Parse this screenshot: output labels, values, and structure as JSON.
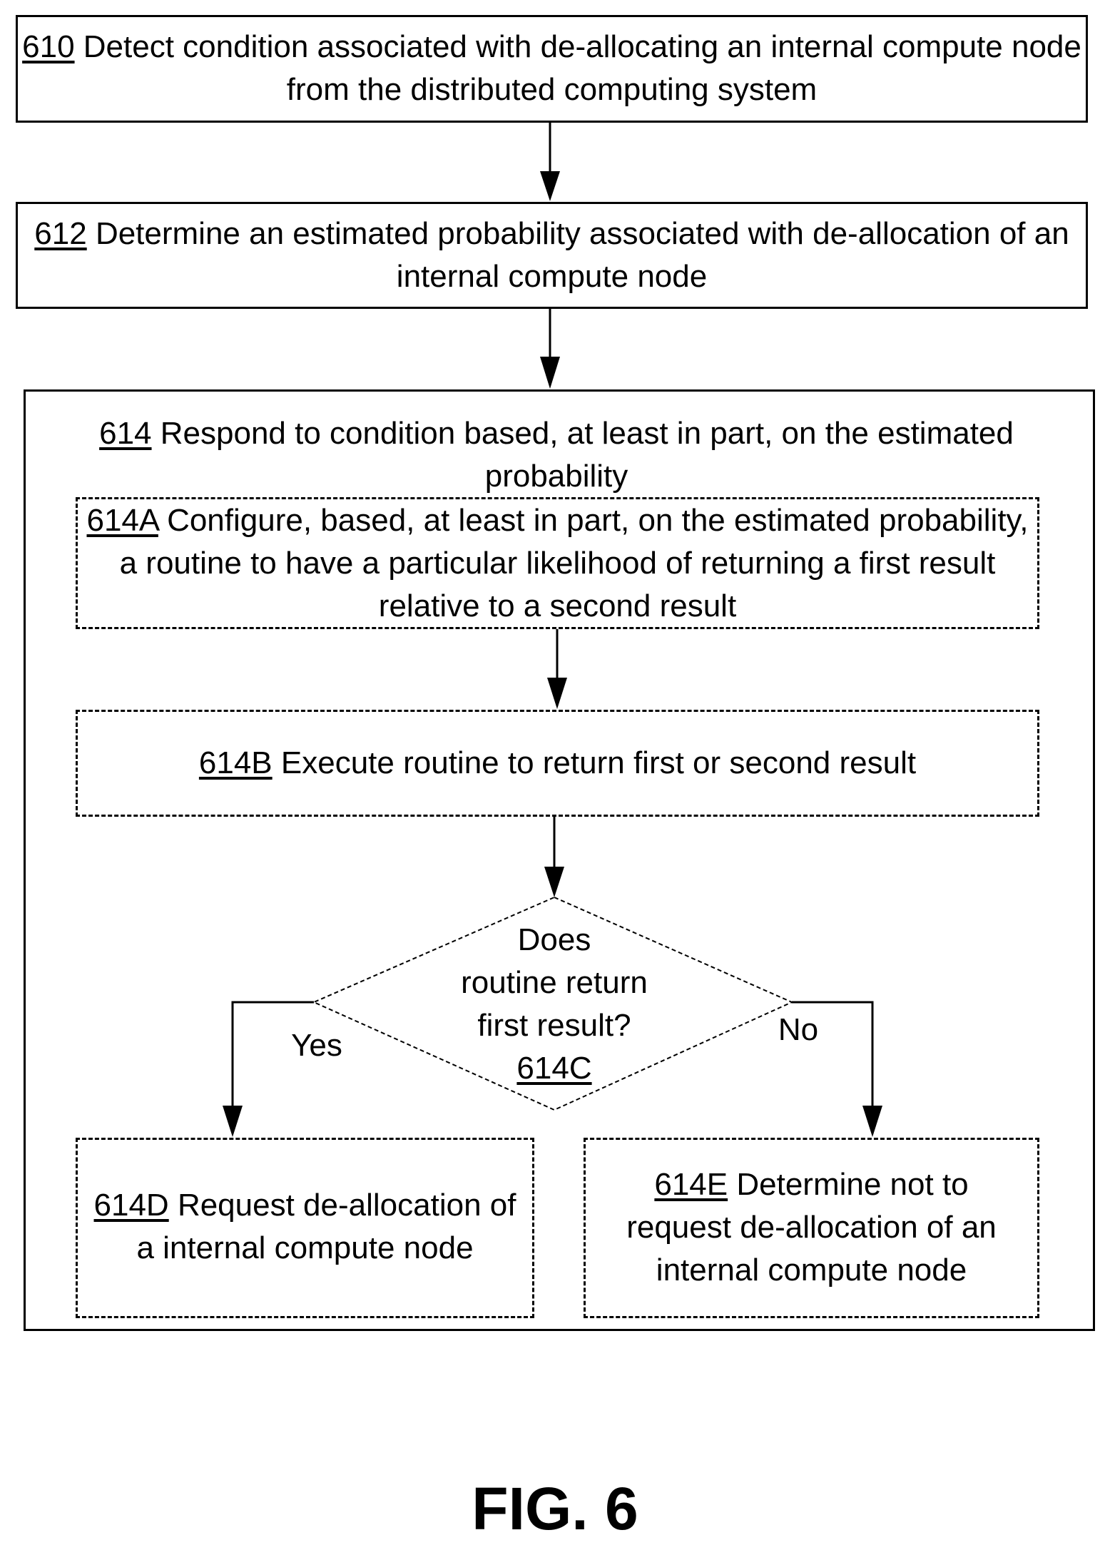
{
  "steps": {
    "s610": {
      "ref": "610",
      "text": "Detect condition associated with de-allocating an internal compute node from the distributed computing system"
    },
    "s612": {
      "ref": "612",
      "text": "Determine an estimated probability associated with de-allocation of an internal compute node"
    },
    "s614": {
      "ref": "614",
      "text": "Respond to condition based, at least in part, on the estimated probability"
    },
    "s614a": {
      "ref": "614A",
      "text": "Configure, based, at least in part, on the estimated probability, a routine to have a particular likelihood of returning a first result relative to a second result"
    },
    "s614b": {
      "ref": "614B",
      "text": "Execute routine to return first or second result"
    },
    "s614c": {
      "ref": "614C",
      "line1": "Does",
      "line2": "routine return",
      "line3": "first result?"
    },
    "s614d": {
      "ref": "614D",
      "text": "Request de-allocation of a internal compute node"
    },
    "s614e": {
      "ref": "614E",
      "text": "Determine not to request de-allocation of an internal compute node"
    }
  },
  "branches": {
    "yes": "Yes",
    "no": "No"
  },
  "figure_label": "FIG. 6"
}
